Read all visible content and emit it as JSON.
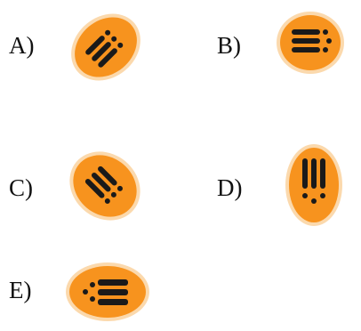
{
  "options": [
    {
      "label": "A)",
      "icon": "orange-oval-diagonal-bars-icon"
    },
    {
      "label": "B)",
      "icon": "orange-oval-horizontal-bars-icon"
    },
    {
      "label": "C)",
      "icon": "orange-oval-diagonal-bars-down-icon"
    },
    {
      "label": "D)",
      "icon": "orange-oval-vertical-bars-icon"
    },
    {
      "label": "E)",
      "icon": "orange-oval-horizontal-bars-left-dots-icon"
    }
  ],
  "colors": {
    "oval_fill": "#f7931e",
    "oval_glow": "#fbd9ad",
    "mark": "#1a1a1a",
    "text": "#111111"
  }
}
